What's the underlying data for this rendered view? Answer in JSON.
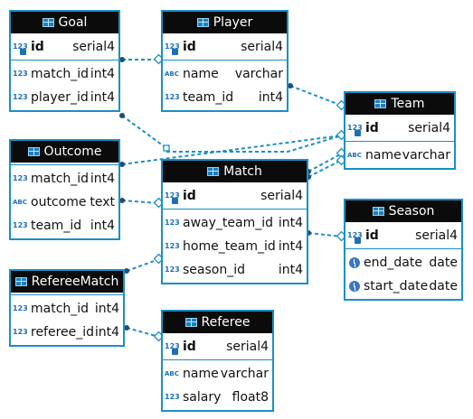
{
  "tables": {
    "goal": {
      "name": "Goal",
      "pk": [
        {
          "name": "id",
          "type": "serial4"
        }
      ],
      "cols": [
        {
          "name": "match_id",
          "type": "int4"
        },
        {
          "name": "player_id",
          "type": "int4"
        }
      ]
    },
    "player": {
      "name": "Player",
      "pk": [
        {
          "name": "id",
          "type": "serial4"
        }
      ],
      "cols": [
        {
          "name": "name",
          "type": "varchar"
        },
        {
          "name": "team_id",
          "type": "int4"
        }
      ]
    },
    "team": {
      "name": "Team",
      "pk": [
        {
          "name": "id",
          "type": "serial4"
        }
      ],
      "cols": [
        {
          "name": "name",
          "type": "varchar"
        }
      ]
    },
    "outcome": {
      "name": "Outcome",
      "pk": [],
      "cols": [
        {
          "name": "match_id",
          "type": "int4"
        },
        {
          "name": "outcome",
          "type": "text"
        },
        {
          "name": "team_id",
          "type": "int4"
        }
      ]
    },
    "match": {
      "name": "Match",
      "pk": [
        {
          "name": "id",
          "type": "serial4"
        }
      ],
      "cols": [
        {
          "name": "away_team_id",
          "type": "int4"
        },
        {
          "name": "home_team_id",
          "type": "int4"
        },
        {
          "name": "season_id",
          "type": "int4"
        }
      ]
    },
    "season": {
      "name": "Season",
      "pk": [
        {
          "name": "id",
          "type": "serial4"
        }
      ],
      "cols": [
        {
          "name": "end_date",
          "type": "date"
        },
        {
          "name": "start_date",
          "type": "date"
        }
      ]
    },
    "refereematch": {
      "name": "RefereeMatch",
      "pk": [],
      "cols": [
        {
          "name": "match_id",
          "type": "int4"
        },
        {
          "name": "referee_id",
          "type": "int4"
        }
      ]
    },
    "referee": {
      "name": "Referee",
      "pk": [
        {
          "name": "id",
          "type": "serial4"
        }
      ],
      "cols": [
        {
          "name": "name",
          "type": "varchar"
        },
        {
          "name": "salary",
          "type": "float8"
        }
      ]
    }
  },
  "icons": {
    "numeric": "numeric-type-icon",
    "key": "primary-key-icon",
    "text": "text-type-icon",
    "date": "date-type-icon",
    "table": "table-icon"
  },
  "colors": {
    "border": "#1a8fc7",
    "header": "#0b0b0b",
    "connector": "#1a8fc7"
  }
}
